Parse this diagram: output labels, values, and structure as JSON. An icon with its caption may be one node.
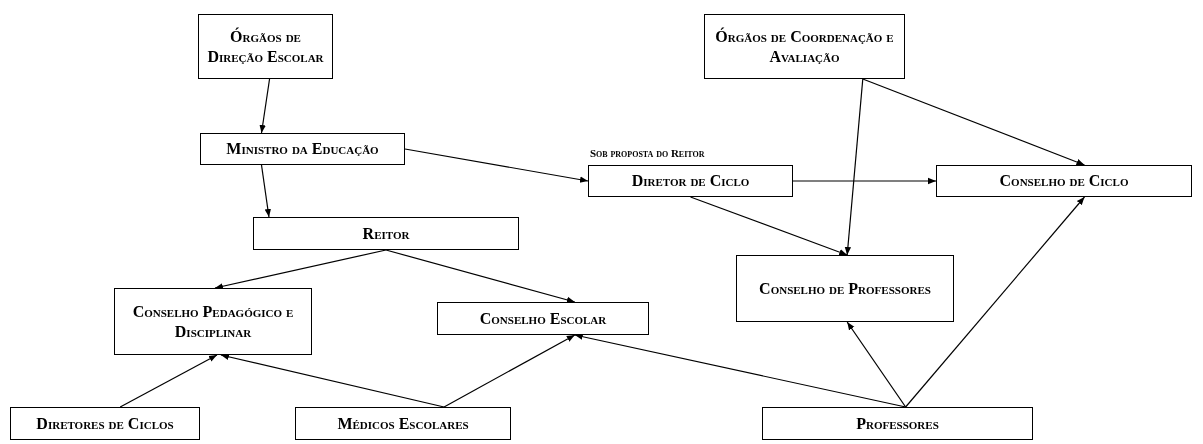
{
  "diagram": {
    "nodes": [
      {
        "text": [
          "Órgãos de Direção Escolar"
        ]
      },
      {
        "text": [
          "Órgãos de Coordenação e Avaliação"
        ]
      },
      {
        "text": [
          "Ministro da Educação"
        ]
      },
      {
        "text": [
          "Diretor de Ciclo"
        ],
        "beside": [
          "Sob proposta do Reitor"
        ]
      },
      {
        "text": [
          "Conselho de Ciclo"
        ]
      },
      {
        "text": [
          "Reitor"
        ]
      },
      {
        "text": [
          "Conselho de Professores"
        ]
      },
      {
        "text": [
          "Conselho Pedagógico e Disciplinar"
        ]
      },
      {
        "text": [
          "Conselho Escolar"
        ]
      },
      {
        "text": [
          "Diretores de Ciclos"
        ]
      },
      {
        "text": [
          "Médicos Escolares"
        ]
      },
      {
        "text": [
          "Professores"
        ]
      }
    ],
    "edges": [
      {
        "from": 0,
        "to": 2,
        "arrow": "to"
      },
      {
        "from": 2,
        "to": 5,
        "arrow": "to"
      },
      {
        "from": 2,
        "to": 3,
        "arrow": "to"
      },
      {
        "from": 5,
        "to": 7,
        "arrow": "to"
      },
      {
        "from": 5,
        "to": 8,
        "arrow": "to"
      },
      {
        "from": 9,
        "to": 7,
        "arrow": "to"
      },
      {
        "from": 10,
        "to": 7,
        "arrow": "to"
      },
      {
        "from": 10,
        "to": 8,
        "arrow": "to"
      },
      {
        "from": 11,
        "to": 8,
        "arrow": "to"
      },
      {
        "from": 11,
        "to": 6,
        "arrow": "to"
      },
      {
        "from": 11,
        "to": 4,
        "arrow": "to"
      },
      {
        "from": 1,
        "to": 4,
        "arrow": "to"
      },
      {
        "from": 1,
        "to": 6,
        "arrow": "to"
      },
      {
        "from": 3,
        "to": 4,
        "arrow": "to"
      },
      {
        "from": 3,
        "to": 6,
        "arrow": "to"
      }
    ]
  }
}
